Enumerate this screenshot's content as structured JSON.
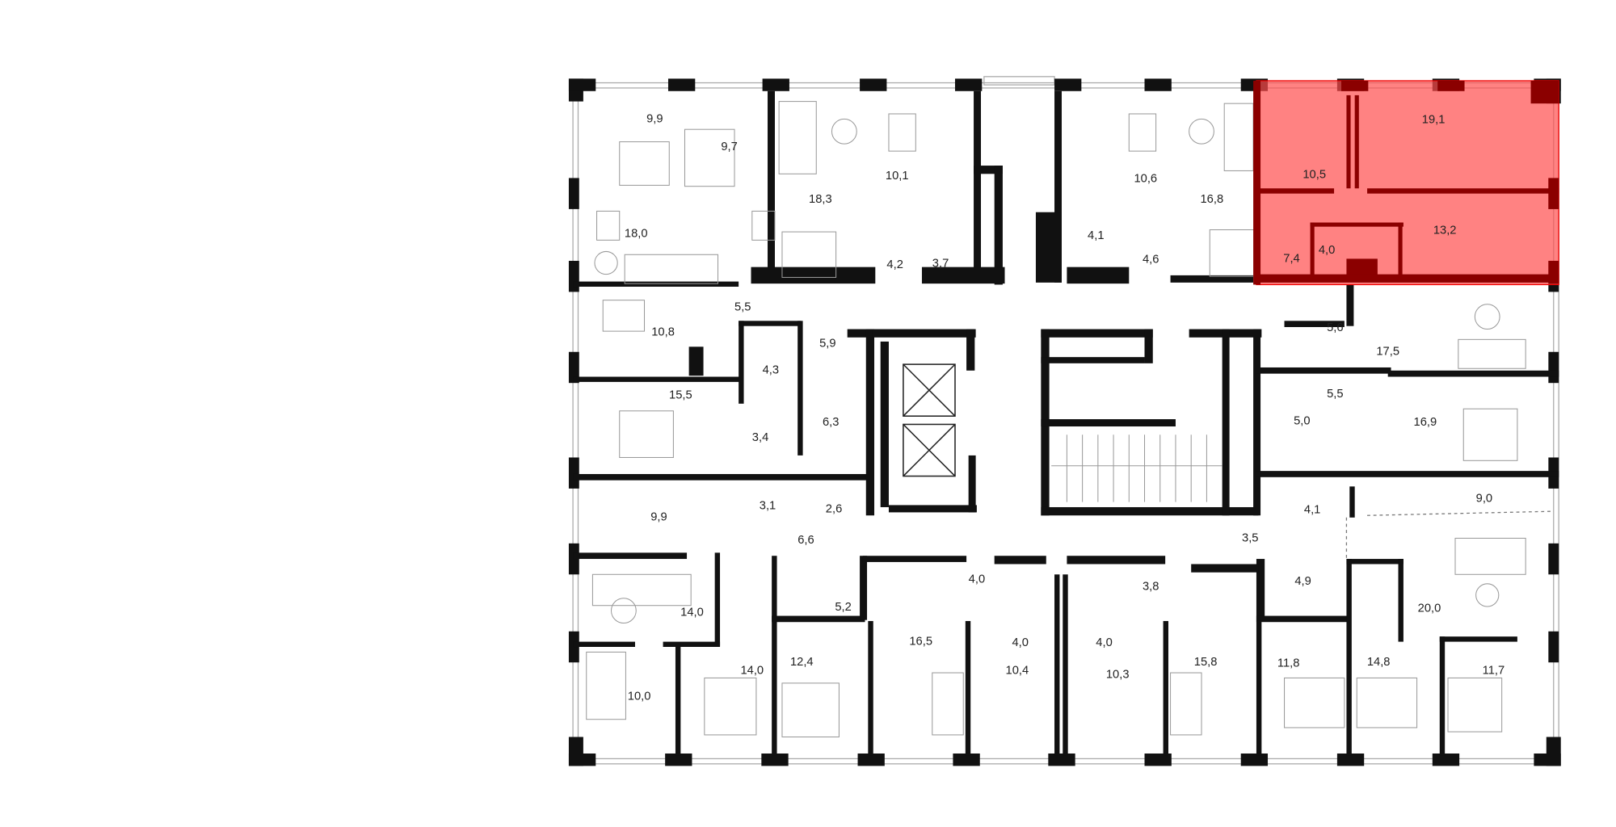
{
  "plan": {
    "highlight_color": "#ff4d4d",
    "highlighted_apartment": {
      "rooms": [
        "10,5",
        "19,1",
        "13,2",
        "7,4",
        "4,0"
      ]
    },
    "rooms_nw": [
      "9,9",
      "9,7",
      "18,0",
      "18,3",
      "10,1",
      "3,7",
      "4,2"
    ],
    "rooms_n": [
      "10,6",
      "16,8",
      "4,1",
      "4,6"
    ],
    "rooms_w": [
      "5,5",
      "10,8",
      "5,9",
      "4,3",
      "15,5",
      "3,4",
      "6,3"
    ],
    "rooms_e": [
      "5,6",
      "17,5",
      "5,5",
      "5,0",
      "16,9"
    ],
    "rooms_sw": [
      "9,9",
      "3,1",
      "2,6",
      "6,6",
      "14,0",
      "5,2",
      "14,0",
      "10,0",
      "12,4"
    ],
    "rooms_s": [
      "4,0",
      "4,0",
      "4,0",
      "3,8",
      "16,5",
      "10,4",
      "10,3",
      "15,8"
    ],
    "rooms_se": [
      "4,1",
      "9,0",
      "3,5",
      "4,9",
      "20,0",
      "11,8",
      "14,8",
      "11,7"
    ]
  }
}
